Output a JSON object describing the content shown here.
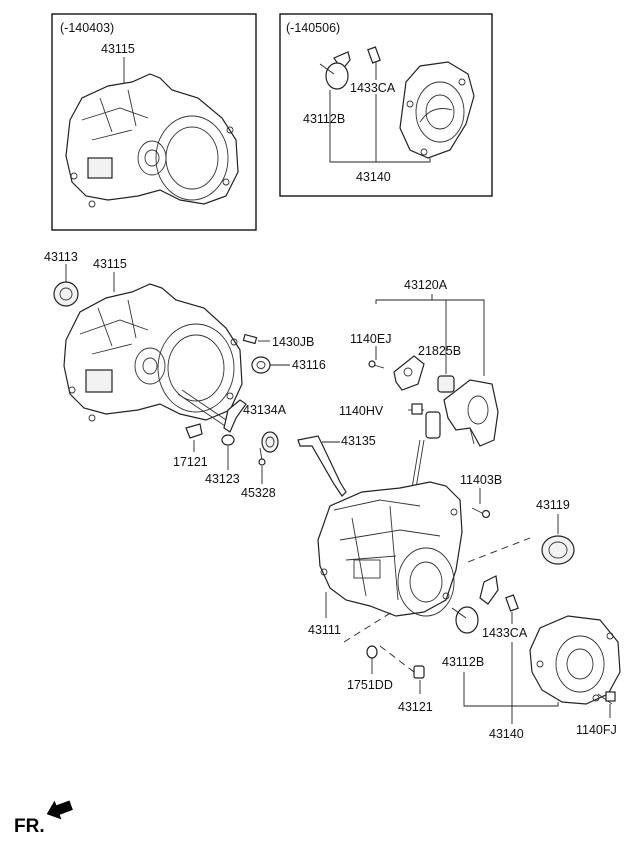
{
  "variant_boxes": [
    {
      "range": "(-140403)"
    },
    {
      "range": "(-140506)"
    }
  ],
  "parts": {
    "p43115_top": "43115",
    "p43112B_top": "43112B",
    "p1433CA_top": "1433CA",
    "p43140_top": "43140",
    "p43113": "43113",
    "p43115": "43115",
    "p1430JB": "1430JB",
    "p43116": "43116",
    "p43134A": "43134A",
    "p17121": "17121",
    "p43123": "43123",
    "p45328": "45328",
    "p43120A": "43120A",
    "p1140EJ": "1140EJ",
    "p21825B": "21825B",
    "p1140HV": "1140HV",
    "p43135": "43135",
    "p11403B": "11403B",
    "p43119": "43119",
    "p43111": "43111",
    "p1433CA": "1433CA",
    "p43112B": "43112B",
    "p1751DD": "1751DD",
    "p43121": "43121",
    "p43140": "43140",
    "p1140FJ": "1140FJ"
  },
  "footer": {
    "direction": "FR."
  }
}
